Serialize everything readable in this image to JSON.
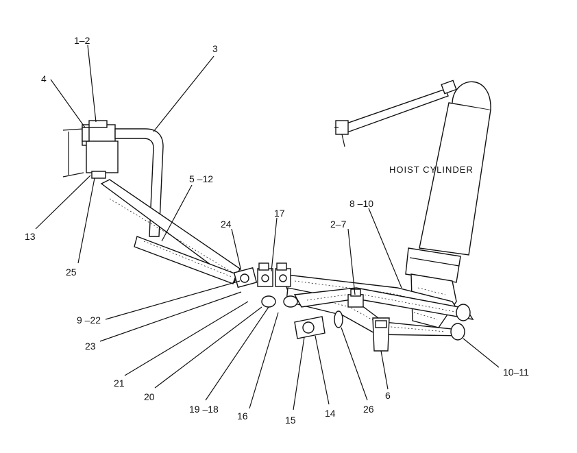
{
  "diagram": {
    "title": "HOIST CYLINDER",
    "callouts": [
      {
        "id": "c-1-2",
        "label": "1–2"
      },
      {
        "id": "c-3",
        "label": "3"
      },
      {
        "id": "c-4",
        "label": "4"
      },
      {
        "id": "c-13",
        "label": "13"
      },
      {
        "id": "c-25",
        "label": "25"
      },
      {
        "id": "c-5-12",
        "label": "5 –12"
      },
      {
        "id": "c-24",
        "label": "24"
      },
      {
        "id": "c-17",
        "label": "17"
      },
      {
        "id": "c-2-7",
        "label": "2–7"
      },
      {
        "id": "c-8-10",
        "label": "8 –10"
      },
      {
        "id": "c-9-22",
        "label": "9 –22"
      },
      {
        "id": "c-23",
        "label": "23"
      },
      {
        "id": "c-21",
        "label": "21"
      },
      {
        "id": "c-20",
        "label": "20"
      },
      {
        "id": "c-19-18",
        "label": "19 –18"
      },
      {
        "id": "c-16",
        "label": "16"
      },
      {
        "id": "c-15",
        "label": "15"
      },
      {
        "id": "c-14",
        "label": "14"
      },
      {
        "id": "c-26",
        "label": "26"
      },
      {
        "id": "c-6",
        "label": "6"
      },
      {
        "id": "c-10-11",
        "label": "10–11"
      }
    ]
  }
}
